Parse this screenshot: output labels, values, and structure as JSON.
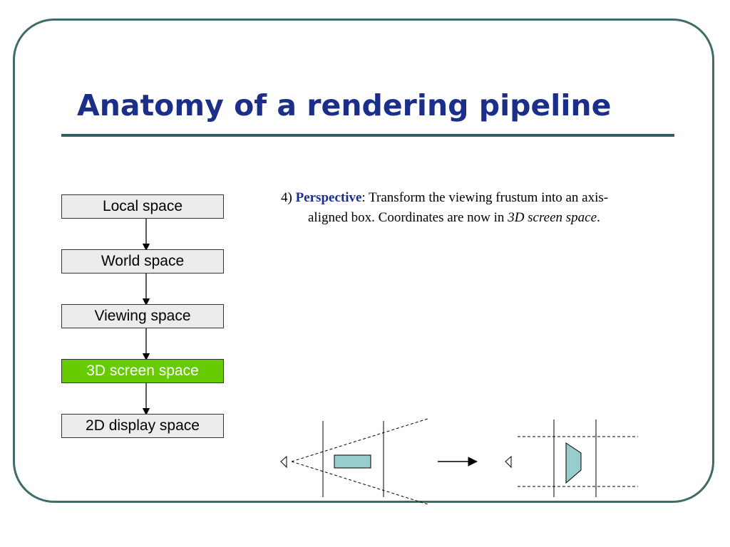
{
  "slide": {
    "title": "Anatomy of a rendering pipeline"
  },
  "pipeline": {
    "stages": [
      {
        "label": "Local space",
        "active": false
      },
      {
        "label": "World space",
        "active": false
      },
      {
        "label": "Viewing space",
        "active": false
      },
      {
        "label": "3D screen space",
        "active": true
      },
      {
        "label": "2D display space",
        "active": false
      }
    ]
  },
  "description": {
    "number": "4)",
    "term": "Perspective",
    "text1": ": Transform the viewing frustum into an axis-",
    "text2": "aligned box.  Coordinates are now in ",
    "italic": "3D screen space",
    "end": "."
  },
  "colors": {
    "frame": "#3f6b6b",
    "title": "#1a2e8a",
    "active_stage": "#66cc00",
    "stage_bg": "#ececec",
    "object_fill": "#99cccc"
  }
}
